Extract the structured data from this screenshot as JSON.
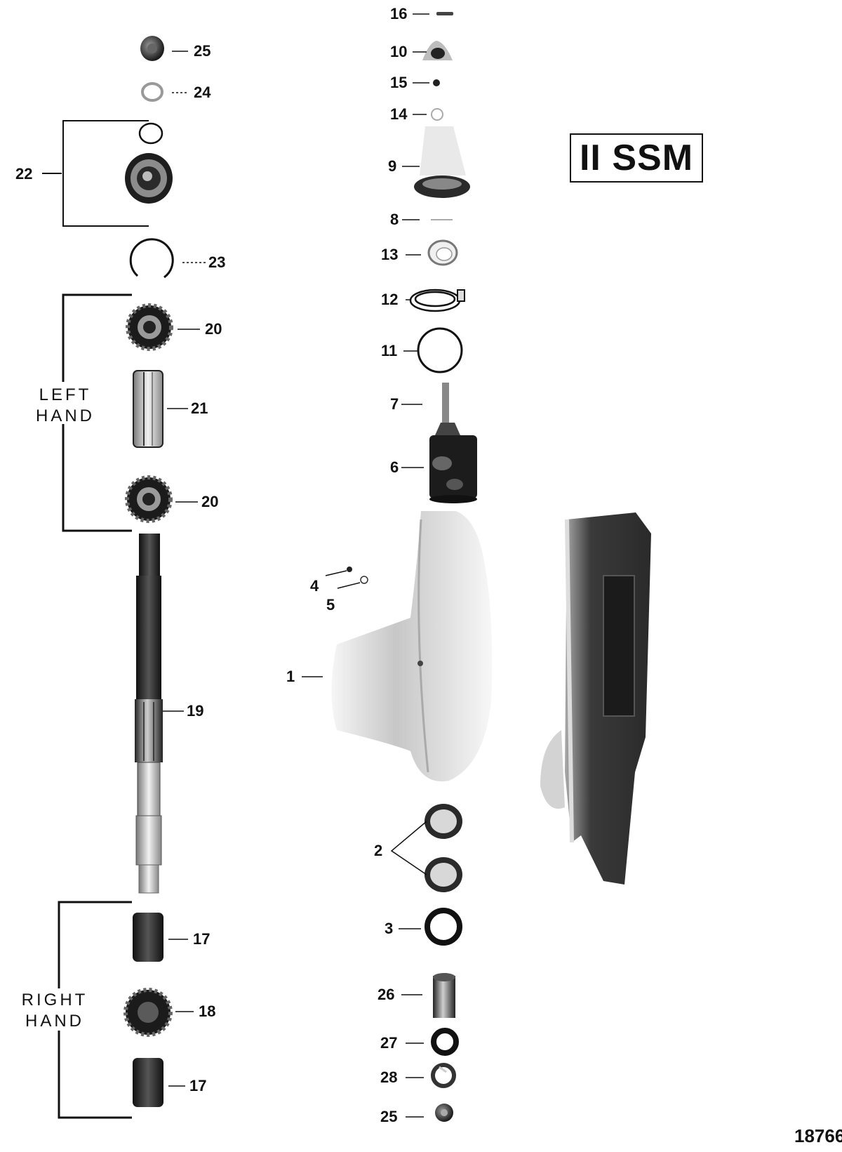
{
  "badge": "II SSM",
  "figure_number": "18766",
  "side_labels": {
    "left_hand": [
      "LEFT",
      "HAND"
    ],
    "right_hand": [
      "RIGHT",
      "HAND"
    ]
  },
  "callouts": {
    "c16": "16",
    "c10": "10",
    "c15": "15",
    "c14": "14",
    "c9": "9",
    "c8": "8",
    "c13": "13",
    "c12": "12",
    "c11": "11",
    "c7": "7",
    "c6": "6",
    "c4": "4",
    "c5": "5",
    "c1": "1",
    "c2": "2",
    "c3": "3",
    "c26": "26",
    "c27": "27",
    "c28": "28",
    "c25b": "25",
    "c25a": "25",
    "c24": "24",
    "c22": "22",
    "c23": "23",
    "c20a": "20",
    "c21": "21",
    "c20b": "20",
    "c19": "19",
    "c17a": "17",
    "c18": "18",
    "c17b": "17"
  }
}
